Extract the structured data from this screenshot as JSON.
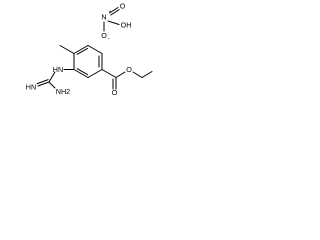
{
  "diagram": {
    "type": "chemical-structure",
    "molecule": "ethyl 3-guanidino-4-methylbenzoate",
    "counterion": "nitric acid",
    "labels": {
      "nitrate_n": "N",
      "nitrate_n_charge": "+",
      "nitrate_o_double": "O",
      "nitrate_oh": "OH",
      "nitrate_o_minus": "O",
      "nitrate_o_minus_charge": "-",
      "amine_nh": "HN",
      "imine_nh": "HN",
      "amine_nh2": "NH2",
      "ester_o": "O",
      "ester_carbonyl_o": "O"
    }
  }
}
